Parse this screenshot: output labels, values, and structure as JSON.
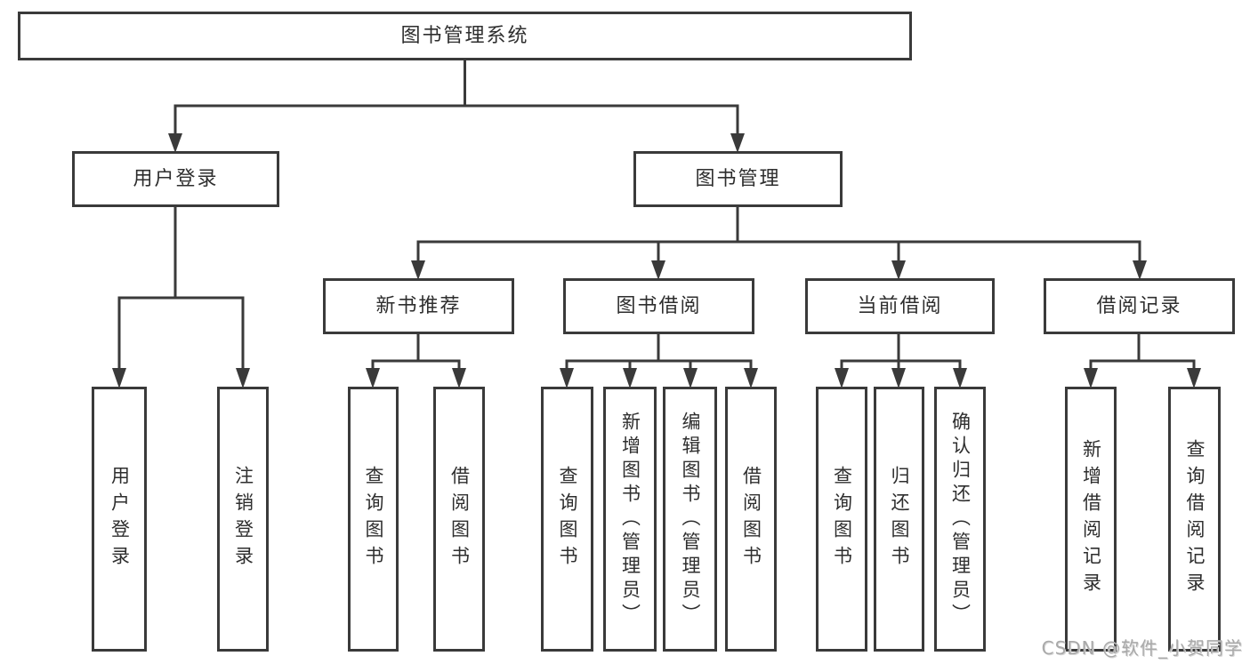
{
  "colors": {
    "line": "#3a3a3a",
    "text": "#2e2e2e",
    "background": "#ffffff",
    "watermark": "#a9a9a9"
  },
  "tree": {
    "label": "图书管理系统",
    "children": [
      {
        "label": "用户登录",
        "children": [
          {
            "label": "用户登录"
          },
          {
            "label": "注销登录"
          }
        ]
      },
      {
        "label": "图书管理",
        "children": [
          {
            "label": "新书推荐",
            "children": [
              {
                "label": "查询图书"
              },
              {
                "label": "借阅图书"
              }
            ]
          },
          {
            "label": "图书借阅",
            "children": [
              {
                "label": "查询图书"
              },
              {
                "label": "新增图书（管理员）"
              },
              {
                "label": "编辑图书（管理员）"
              },
              {
                "label": "借阅图书"
              }
            ]
          },
          {
            "label": "当前借阅",
            "children": [
              {
                "label": "查询图书"
              },
              {
                "label": "归还图书"
              },
              {
                "label": "确认归还（管理员）"
              }
            ]
          },
          {
            "label": "借阅记录",
            "children": [
              {
                "label": "新增借阅记录"
              },
              {
                "label": "查询借阅记录"
              }
            ]
          }
        ]
      }
    ]
  },
  "watermark": {
    "text": "CSDN @软件_小贺同学"
  }
}
